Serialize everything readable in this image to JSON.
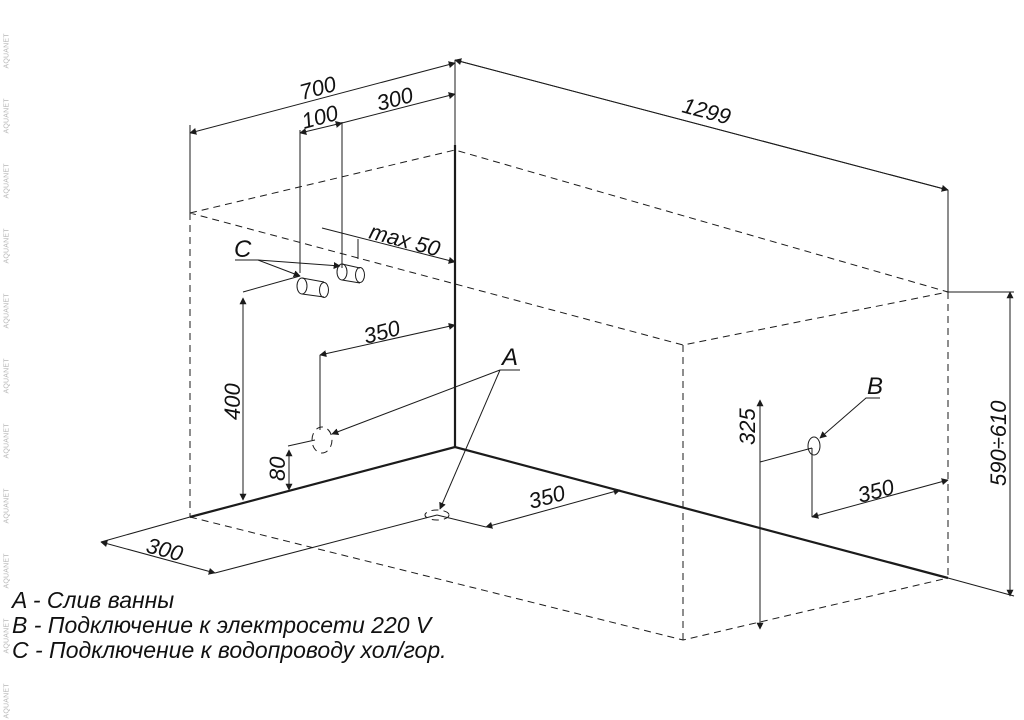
{
  "watermark": {
    "text": "AQUANET"
  },
  "dimensions": {
    "width_700": "700",
    "offset_100": "100",
    "offset_300": "300",
    "length_1299": "1299",
    "max_50": "max 50",
    "distance_350_left": "350",
    "height_400": "400",
    "height_80": "80",
    "depth_300": "300",
    "distance_350_drain": "350",
    "height_325": "325",
    "distance_350_right": "350",
    "height_590_610": "590÷610"
  },
  "points": {
    "a": "A",
    "b": "B",
    "c": "C"
  },
  "legend": {
    "a": "A - Слив ванны",
    "b": "B - Подключение к электросети 220 V",
    "c": "C - Подключение к водопроводу хол/гор."
  }
}
